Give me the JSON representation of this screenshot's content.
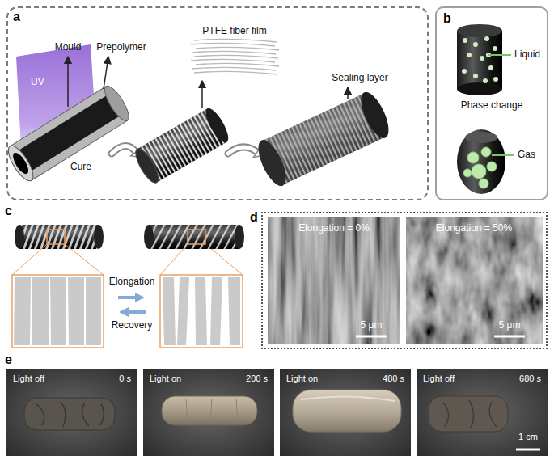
{
  "diagram": {
    "nodes": [
      {
        "text": [
          "a"
        ]
      },
      {
        "text": [
          "b"
        ]
      },
      {
        "text": [
          "d"
        ]
      },
      {
        "text": [
          "Elongation = 0%",
          "5 μm"
        ],
        "in": 2
      },
      {
        "text": [
          "Elongation = 50%",
          "5 μm"
        ],
        "in": 2
      },
      {
        "text": [
          "Light off",
          "0 s"
        ]
      },
      {
        "text": [
          "Light on",
          "200 s"
        ]
      },
      {
        "text": [
          "Light on",
          "480 s"
        ]
      },
      {
        "text": [
          "Light off",
          "680 s",
          "1 cm"
        ]
      }
    ],
    "labels": [
      "UV",
      "Mould",
      "Prepolymer",
      "Cure",
      "PTFE fiber film",
      "Sealing layer",
      "Liquid",
      "Phase change",
      "Gas",
      "c",
      "Elongation",
      "Recovery",
      "e"
    ]
  }
}
